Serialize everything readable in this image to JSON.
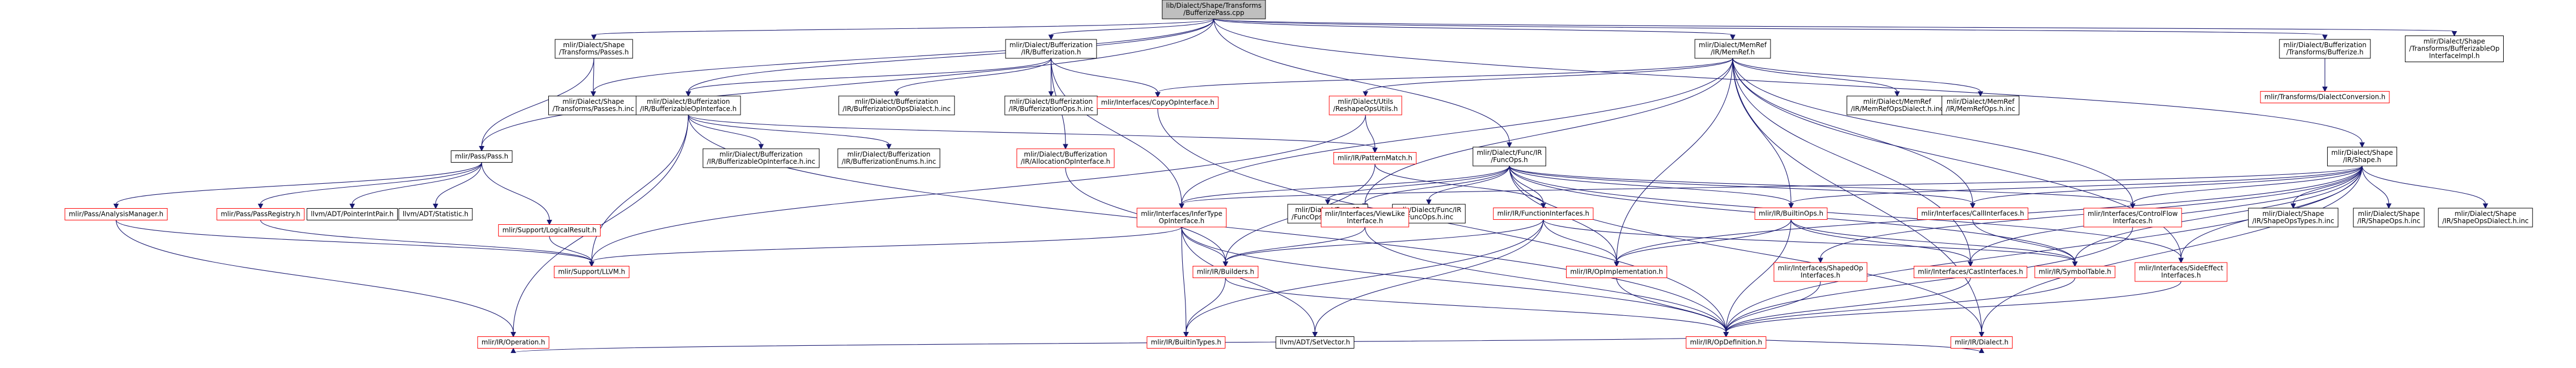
{
  "colors": {
    "edge": "#191970",
    "root_fill": "#bfbfbf",
    "node_fill": "#ffffff",
    "node_border": "#000000",
    "truncated_border": "#ff0000",
    "text": "#000000"
  },
  "nodes": {
    "n0": {
      "lines": [
        "lib/Dialect/Shape/Transforms",
        "/BufferizePass.cpp"
      ],
      "root": true
    },
    "n1": {
      "lines": [
        "mlir/Dialect/Shape",
        "/Transforms/Passes.h"
      ]
    },
    "n2": {
      "lines": [
        "mlir/Dialect/Bufferization",
        "/IR/Bufferization.h"
      ]
    },
    "n3": {
      "lines": [
        "mlir/Dialect/MemRef",
        "/IR/MemRef.h"
      ]
    },
    "n4": {
      "lines": [
        "mlir/Dialect/Bufferization",
        "/Transforms/Bufferize.h"
      ]
    },
    "n5": {
      "lines": [
        "mlir/Dialect/Shape",
        "/Transforms/BufferizableOp",
        "InterfaceImpl.h"
      ]
    },
    "n6": {
      "lines": [
        "mlir/Dialect/Shape",
        "/Transforms/Passes.h.inc"
      ]
    },
    "n7": {
      "lines": [
        "mlir/Dialect/Bufferization",
        "/IR/BufferizableOpInterface.h"
      ]
    },
    "n8": {
      "lines": [
        "mlir/Dialect/Bufferization",
        "/IR/BufferizationOpsDialect.h.inc"
      ]
    },
    "n9": {
      "lines": [
        "mlir/Dialect/Bufferization",
        "/IR/BufferizationOps.h.inc"
      ]
    },
    "n10": {
      "lines": [
        "mlir/Interfaces/CopyOpInterface.h"
      ],
      "truncated": true
    },
    "n11": {
      "lines": [
        "mlir/Dialect/Utils",
        "/ReshapeOpsUtils.h"
      ],
      "truncated": true
    },
    "n12": {
      "lines": [
        "mlir/Dialect/MemRef",
        "/IR/MemRefOpsDialect.h.inc"
      ]
    },
    "n13": {
      "lines": [
        "mlir/Dialect/MemRef",
        "/IR/MemRefOps.h.inc"
      ]
    },
    "n14": {
      "lines": [
        "mlir/Transforms/DialectConversion.h"
      ],
      "truncated": true
    },
    "n15": {
      "lines": [
        "mlir/Pass/Pass.h"
      ]
    },
    "n16": {
      "lines": [
        "mlir/Dialect/Bufferization",
        "/IR/BufferizableOpInterface.h.inc"
      ]
    },
    "n17": {
      "lines": [
        "mlir/Dialect/Bufferization",
        "/IR/BufferizationEnums.h.inc"
      ]
    },
    "n18": {
      "lines": [
        "mlir/Dialect/Bufferization",
        "/IR/AllocationOpInterface.h"
      ],
      "truncated": true
    },
    "n19": {
      "lines": [
        "mlir/IR/PatternMatch.h"
      ],
      "truncated": true
    },
    "n20": {
      "lines": [
        "mlir/Dialect/Func/IR",
        "/FuncOps.h"
      ]
    },
    "n21": {
      "lines": [
        "mlir/Dialect/Shape",
        "/IR/Shape.h"
      ]
    },
    "n22": {
      "lines": [
        "mlir/Pass/AnalysisManager.h"
      ],
      "truncated": true
    },
    "n23": {
      "lines": [
        "mlir/Pass/PassRegistry.h"
      ],
      "truncated": true
    },
    "n24": {
      "lines": [
        "llvm/ADT/PointerIntPair.h"
      ]
    },
    "n25": {
      "lines": [
        "llvm/ADT/Statistic.h"
      ]
    },
    "n26": {
      "lines": [
        "mlir/Support/LogicalResult.h"
      ],
      "truncated": true
    },
    "n27": {
      "lines": [
        "mlir/Dialect/Func/IR",
        "/FuncOpsDialect.h.inc"
      ]
    },
    "n28": {
      "lines": [
        "mlir/Dialect/Func/IR",
        "/FuncOps.h.inc"
      ]
    },
    "n29": {
      "lines": [
        "mlir/Interfaces/InferType",
        "OpInterface.h"
      ],
      "truncated": true
    },
    "n30": {
      "lines": [
        "mlir/Interfaces/ViewLike",
        "Interface.h"
      ],
      "truncated": true
    },
    "n31": {
      "lines": [
        "mlir/IR/FunctionInterfaces.h"
      ],
      "truncated": true
    },
    "n32": {
      "lines": [
        "mlir/IR/BuiltinOps.h"
      ],
      "truncated": true
    },
    "n33": {
      "lines": [
        "mlir/Interfaces/CallInterfaces.h"
      ],
      "truncated": true
    },
    "n34": {
      "lines": [
        "mlir/Interfaces/ControlFlow",
        "Interfaces.h"
      ],
      "truncated": true
    },
    "n35": {
      "lines": [
        "mlir/Dialect/Shape",
        "/IR/ShapeOpsTypes.h.inc"
      ]
    },
    "n36": {
      "lines": [
        "mlir/Dialect/Shape",
        "/IR/ShapeOps.h.inc"
      ]
    },
    "n37": {
      "lines": [
        "mlir/Dialect/Shape",
        "/IR/ShapeOpsDialect.h.inc"
      ]
    },
    "n38": {
      "lines": [
        "mlir/Support/LLVM.h"
      ],
      "truncated": true
    },
    "n39": {
      "lines": [
        "mlir/IR/Builders.h"
      ],
      "truncated": true
    },
    "n40": {
      "lines": [
        "mlir/IR/OpImplementation.h"
      ],
      "truncated": true
    },
    "n41": {
      "lines": [
        "mlir/Interfaces/ShapedOp",
        "Interfaces.h"
      ],
      "truncated": true
    },
    "n42": {
      "lines": [
        "mlir/Interfaces/CastInterfaces.h"
      ],
      "truncated": true
    },
    "n43": {
      "lines": [
        "mlir/IR/SymbolTable.h"
      ],
      "truncated": true
    },
    "n44": {
      "lines": [
        "mlir/Interfaces/SideEffect",
        "Interfaces.h"
      ],
      "truncated": true
    },
    "n45": {
      "lines": [
        "mlir/IR/Operation.h"
      ],
      "truncated": true
    },
    "n46": {
      "lines": [
        "mlir/IR/BuiltinTypes.h"
      ],
      "truncated": true
    },
    "n47": {
      "lines": [
        "llvm/ADT/SetVector.h"
      ]
    },
    "n48": {
      "lines": [
        "mlir/IR/OpDefinition.h"
      ],
      "truncated": true
    },
    "n49": {
      "lines": [
        "mlir/IR/Dialect.h"
      ],
      "truncated": true
    }
  },
  "edges": [
    [
      "n0",
      "n1"
    ],
    [
      "n0",
      "n2"
    ],
    [
      "n0",
      "n3"
    ],
    [
      "n0",
      "n4"
    ],
    [
      "n0",
      "n5"
    ],
    [
      "n0",
      "n6"
    ],
    [
      "n0",
      "n7"
    ],
    [
      "n0",
      "n20"
    ],
    [
      "n0",
      "n21"
    ],
    [
      "n0",
      "n15"
    ],
    [
      "n1",
      "n15"
    ],
    [
      "n1",
      "n6"
    ],
    [
      "n2",
      "n7"
    ],
    [
      "n2",
      "n8"
    ],
    [
      "n2",
      "n9"
    ],
    [
      "n2",
      "n10"
    ],
    [
      "n2",
      "n18"
    ],
    [
      "n2",
      "n29"
    ],
    [
      "n3",
      "n10"
    ],
    [
      "n3",
      "n11"
    ],
    [
      "n3",
      "n12"
    ],
    [
      "n3",
      "n13"
    ],
    [
      "n3",
      "n29"
    ],
    [
      "n3",
      "n30"
    ],
    [
      "n3",
      "n34"
    ],
    [
      "n3",
      "n44"
    ],
    [
      "n3",
      "n40"
    ],
    [
      "n3",
      "n42"
    ],
    [
      "n3",
      "n33"
    ],
    [
      "n3",
      "n49"
    ],
    [
      "n3",
      "n32"
    ],
    [
      "n4",
      "n14"
    ],
    [
      "n7",
      "n16"
    ],
    [
      "n7",
      "n17"
    ],
    [
      "n7",
      "n19"
    ],
    [
      "n7",
      "n38"
    ],
    [
      "n7",
      "n45"
    ],
    [
      "n7",
      "n48"
    ],
    [
      "n10",
      "n48"
    ],
    [
      "n11",
      "n19"
    ],
    [
      "n11",
      "n38"
    ],
    [
      "n15",
      "n22"
    ],
    [
      "n15",
      "n23"
    ],
    [
      "n15",
      "n24"
    ],
    [
      "n15",
      "n25"
    ],
    [
      "n15",
      "n26"
    ],
    [
      "n18",
      "n39"
    ],
    [
      "n19",
      "n39"
    ],
    [
      "n19",
      "n31"
    ],
    [
      "n20",
      "n27"
    ],
    [
      "n20",
      "n28"
    ],
    [
      "n20",
      "n29"
    ],
    [
      "n20",
      "n30"
    ],
    [
      "n20",
      "n31"
    ],
    [
      "n20",
      "n32"
    ],
    [
      "n20",
      "n33"
    ],
    [
      "n20",
      "n34"
    ],
    [
      "n20",
      "n40"
    ],
    [
      "n20",
      "n43"
    ],
    [
      "n20",
      "n44"
    ],
    [
      "n20",
      "n49"
    ],
    [
      "n21",
      "n32"
    ],
    [
      "n21",
      "n33"
    ],
    [
      "n21",
      "n34"
    ],
    [
      "n21",
      "n35"
    ],
    [
      "n21",
      "n36"
    ],
    [
      "n21",
      "n37"
    ],
    [
      "n21",
      "n29"
    ],
    [
      "n21",
      "n40"
    ],
    [
      "n21",
      "n41"
    ],
    [
      "n21",
      "n42"
    ],
    [
      "n21",
      "n43"
    ],
    [
      "n21",
      "n44"
    ],
    [
      "n21",
      "n48"
    ],
    [
      "n21",
      "n49"
    ],
    [
      "n22",
      "n38"
    ],
    [
      "n22",
      "n45"
    ],
    [
      "n23",
      "n38"
    ],
    [
      "n26",
      "n38"
    ],
    [
      "n29",
      "n38"
    ],
    [
      "n29",
      "n39"
    ],
    [
      "n29",
      "n46"
    ],
    [
      "n29",
      "n47"
    ],
    [
      "n29",
      "n48"
    ],
    [
      "n30",
      "n39"
    ],
    [
      "n30",
      "n48"
    ],
    [
      "n31",
      "n39"
    ],
    [
      "n31",
      "n40"
    ],
    [
      "n31",
      "n43"
    ],
    [
      "n31",
      "n46"
    ],
    [
      "n31",
      "n47"
    ],
    [
      "n32",
      "n40"
    ],
    [
      "n32",
      "n43"
    ],
    [
      "n32",
      "n42"
    ],
    [
      "n32",
      "n48"
    ],
    [
      "n33",
      "n43"
    ],
    [
      "n34",
      "n48"
    ],
    [
      "n39",
      "n46"
    ],
    [
      "n39",
      "n48"
    ],
    [
      "n40",
      "n48"
    ],
    [
      "n41",
      "n48"
    ],
    [
      "n42",
      "n48"
    ],
    [
      "n43",
      "n48"
    ],
    [
      "n44",
      "n48"
    ],
    [
      "n48",
      "n45"
    ],
    [
      "n48",
      "n49"
    ]
  ]
}
